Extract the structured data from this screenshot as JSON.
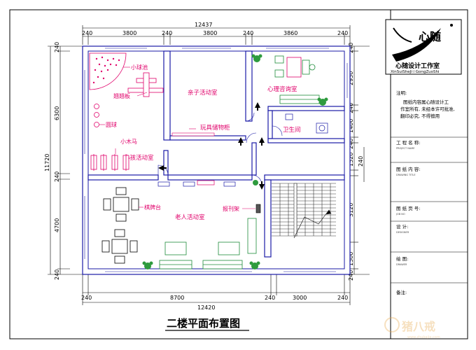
{
  "dimensions": {
    "top_total": "12437",
    "top_segments": [
      "240",
      "3800",
      "240",
      "3800",
      "240",
      "3860",
      "240"
    ],
    "bottom_total": "12420",
    "bottom_segments": [
      "240",
      "8700",
      "240",
      "3000",
      "240"
    ],
    "left_total": "11720",
    "left_segments": [
      "240",
      "6300",
      "240",
      "4700",
      "240"
    ],
    "right_segments": [
      "240",
      "2950",
      "240",
      "1400",
      "240",
      "1520",
      "240",
      "3120",
      "1500",
      "240"
    ]
  },
  "rooms": {
    "parent_child": "亲子活动室",
    "counseling": "心理咨询室",
    "toilet": "卫生间",
    "toy_storage": "玩具储物柜",
    "kids": "小孩活动室",
    "elderly": "老人活动室"
  },
  "labels": {
    "ball_pool": "小球池",
    "seesaw": "翘翘板",
    "round_ball": "圆球",
    "hobby_horse": "小木马",
    "chess_table": "棋牌台",
    "newspaper_rack": "报刊架"
  },
  "drawing_title": "二楼平面布置图",
  "title_block": {
    "logo_text": "心随",
    "studio_name": "心随设计工作室",
    "studio_pinyin": "XinSuiSheJi☆GongZuoShi",
    "note_heading": "注明:",
    "note_body": [
      "图纸内容属心随设计工",
      "作室所有, 未经本许可批准,",
      "翻印必究, 不得擅用"
    ],
    "project_name_label": "工 程 名 称:",
    "project_name_en": "PROJECT NAME",
    "drawing_content_label": "图 纸 内 容:",
    "drawing_content_en": "DRAWING TITLE",
    "drawing_no_label": "图 纸 页 号:",
    "drawing_no_en": "JOB NO",
    "design_label": "设 计:",
    "design_en": "DESIGNER",
    "drawn_label": "绘 图:",
    "drawn_en": "DRAWER",
    "remarks_label": "备注:"
  },
  "watermark": {
    "site_cn": "猪八戒",
    "site_url": "www.zhubajie.com"
  },
  "colors": {
    "wall": "#1a1aa6",
    "label": "#e0006a",
    "plant": "#2e9b3e",
    "furniture": "#1e8c3a"
  }
}
